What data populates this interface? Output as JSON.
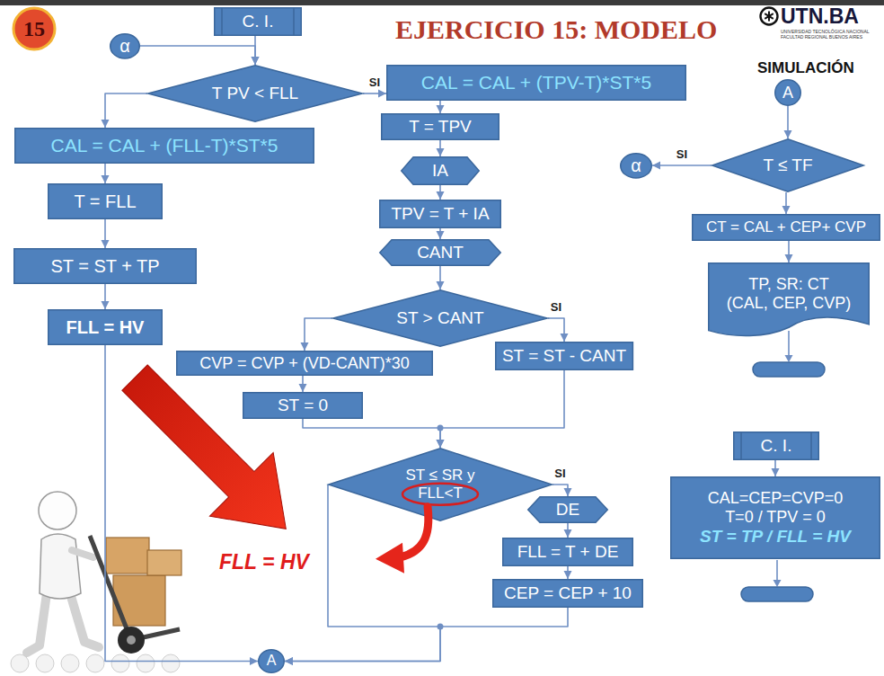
{
  "diagram": {
    "title": "EJERCICIO 15: MODELO",
    "nodes": [
      {
        "text": [
          "C. I."
        ]
      },
      {
        "text": [
          "α"
        ]
      },
      {
        "text": [
          "T PV < FLL"
        ]
      },
      {
        "text": [
          "CAL = CAL + (TPV-T)*ST*5"
        ]
      },
      {
        "text": [
          "CAL = CAL + (FLL-T)*ST*5"
        ]
      },
      {
        "text": [
          "T = TPV"
        ]
      },
      {
        "text": [
          "T = FLL"
        ]
      },
      {
        "text": [
          "IA"
        ]
      },
      {
        "text": [
          "TPV = T + IA"
        ]
      },
      {
        "text": [
          "CANT"
        ]
      },
      {
        "text": [
          "ST = ST + TP"
        ]
      },
      {
        "text": [
          "ST > CANT"
        ]
      },
      {
        "text": [
          "FLL = HV"
        ]
      },
      {
        "text": [
          "CVP = CVP + (VD-CANT)*30"
        ]
      },
      {
        "text": [
          "ST = ST - CANT"
        ]
      },
      {
        "text": [
          "ST = 0"
        ]
      },
      {
        "text": [
          "ST ≤ SR y FLL<T"
        ]
      },
      {
        "text": [
          "DE"
        ]
      },
      {
        "text": [
          "FLL = T + DE"
        ]
      },
      {
        "text": [
          "CEP = CEP + 10"
        ]
      },
      {
        "text": [
          "A"
        ]
      },
      {
        "text": [
          "A"
        ]
      },
      {
        "text": [
          "T ≤ TF"
        ]
      },
      {
        "text": [
          "α"
        ]
      },
      {
        "text": [
          "CT = CAL + CEP+ CVP"
        ]
      },
      {
        "text": [
          "TP, SR: CT (CAL, CEP, CVP)"
        ]
      },
      {
        "text": [
          "C. I."
        ]
      },
      {
        "text": [
          "CAL=CEP=CVP=0",
          "T=0 / TPV = 0",
          "ST = TP / FLL = HV"
        ]
      }
    ],
    "edges": [
      {
        "from": 0,
        "to": 2,
        "arrow": "to"
      },
      {
        "from": 1,
        "to": 2,
        "arrow": "to"
      },
      {
        "from": 2,
        "to": 3,
        "label": "SI",
        "arrow": "to"
      },
      {
        "from": 2,
        "to": 4,
        "arrow": "to"
      },
      {
        "from": 4,
        "to": 6,
        "arrow": "to"
      },
      {
        "from": 6,
        "to": 10,
        "arrow": "to"
      },
      {
        "from": 10,
        "to": 12,
        "arrow": "to"
      },
      {
        "from": 3,
        "to": 5,
        "arrow": "to"
      },
      {
        "from": 5,
        "to": 7,
        "arrow": "to"
      },
      {
        "from": 7,
        "to": 8,
        "arrow": "to"
      },
      {
        "from": 8,
        "to": 9,
        "arrow": "to"
      },
      {
        "from": 9,
        "to": 11,
        "arrow": "to"
      },
      {
        "from": 11,
        "to": 14,
        "label": "SI",
        "arrow": "to"
      },
      {
        "from": 11,
        "to": 13,
        "arrow": "to"
      },
      {
        "from": 13,
        "to": 15,
        "arrow": "to"
      },
      {
        "from": 15,
        "to": 16,
        "arrow": "to"
      },
      {
        "from": 14,
        "to": 16,
        "arrow": "to"
      },
      {
        "from": 16,
        "to": 17,
        "label": "SI",
        "arrow": "to"
      },
      {
        "from": 17,
        "to": 18,
        "arrow": "to"
      },
      {
        "from": 18,
        "to": 19,
        "arrow": "to"
      },
      {
        "from": 19,
        "to": 20,
        "arrow": "to"
      },
      {
        "from": 16,
        "to": 20,
        "arrow": "to"
      },
      {
        "from": 12,
        "to": 20,
        "arrow": "to"
      },
      {
        "from": 21,
        "to": 22,
        "arrow": "to"
      },
      {
        "from": 22,
        "to": 23,
        "label": "SI",
        "arrow": "to"
      },
      {
        "from": 22,
        "to": 24,
        "arrow": "to"
      },
      {
        "from": 24,
        "to": 25,
        "arrow": "to"
      },
      {
        "from": 26,
        "to": 27,
        "arrow": "to"
      }
    ],
    "labels": [
      "15",
      "FLL = HV",
      "UTN.BA",
      "UNIVERSIDAD TECNOLÓGICA NACIONAL FACULTAD REGIONAL BUENOS AIRES",
      "SIMULACIÓN"
    ]
  }
}
